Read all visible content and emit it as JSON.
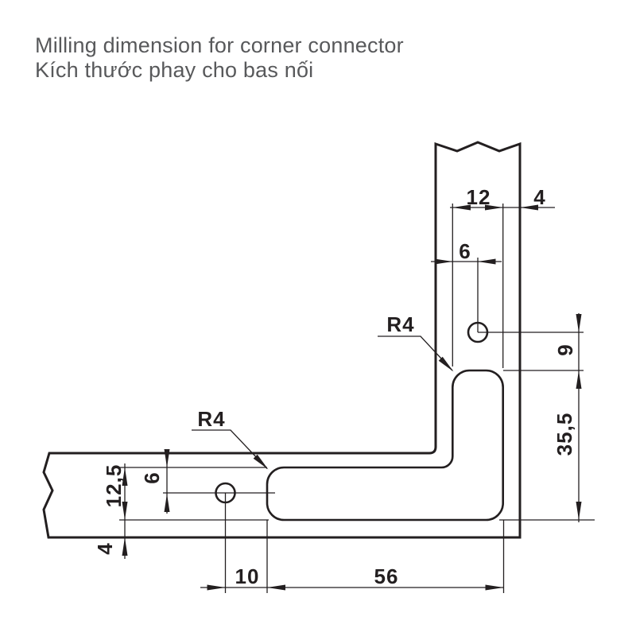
{
  "title": {
    "line1": "Milling dimension for corner connector",
    "line2": "Kích thước phay cho bas nối"
  },
  "dims": {
    "slot_vertical_width": "12",
    "slot_to_edge_top": "4",
    "hole_top_offset": "6",
    "hole_top_to_slot": "9",
    "slot_total_height": "35,5",
    "corner_radius_top": "R4",
    "corner_radius_left": "R4",
    "slot_horizontal_height": "12,5",
    "hole_left_offset": "6",
    "slot_to_edge_bottom": "4",
    "hole_left_to_slot": "10",
    "slot_total_length": "56"
  },
  "colors": {
    "line": "#231f20",
    "title_text": "#58595b",
    "background": "#ffffff"
  }
}
